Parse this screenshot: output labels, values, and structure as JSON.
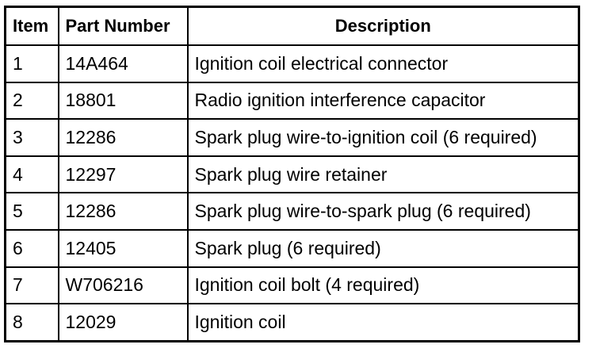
{
  "table": {
    "headers": [
      "Item",
      "Part Number",
      "Description"
    ],
    "rows": [
      [
        "1",
        "14A464",
        "Ignition coil electrical connector"
      ],
      [
        "2",
        "18801",
        "Radio ignition interference capacitor"
      ],
      [
        "3",
        "12286",
        "Spark plug wire-to-ignition coil (6 required)"
      ],
      [
        "4",
        "12297",
        "Spark plug wire retainer"
      ],
      [
        "5",
        "12286",
        "Spark plug wire-to-spark plug (6 required)"
      ],
      [
        "6",
        "12405",
        "Spark plug (6 required)"
      ],
      [
        "7",
        "W706216",
        "Ignition coil bolt (4 required)"
      ],
      [
        "8",
        "12029",
        "Ignition coil"
      ]
    ]
  }
}
